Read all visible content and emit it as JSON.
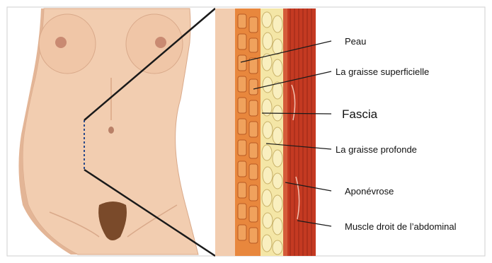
{
  "labels": {
    "peau": "Peau",
    "graisse_superficielle": "La graisse superficielle",
    "fascia": "Fascia",
    "graisse_profonde": "La graisse profonde",
    "aponevrose": "Aponévrose",
    "muscle": "Muscle droit de l’abdominal"
  },
  "colors": {
    "skin": "#f2cdb0",
    "skin_shadow": "#d9a98a",
    "dermis": "#e8873d",
    "superficial_fat": "#f4e6a6",
    "fascia": "#e9d9a0",
    "deep_fat": "#f6e9b3",
    "aponeurosis": "#d45b3a",
    "muscle": "#c43a22",
    "outline": "#1a1a1a"
  }
}
